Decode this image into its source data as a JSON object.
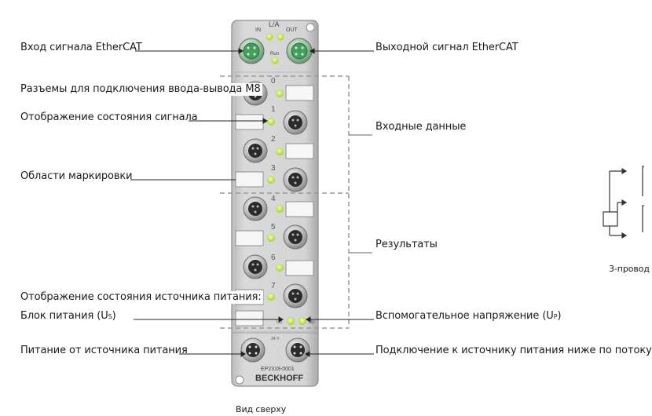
{
  "labels": {
    "ethercat_in": "Вход сигнала EtherCAT",
    "ethercat_out": "Выходной сигнал EtherCAT",
    "m8_connectors": "Разъемы для подключения ввода-вывода M8",
    "signal_status": "Отображение состояния сигнала",
    "marking_areas": "Области маркировки",
    "power_status": "Отображение состояния источника питания:",
    "power_us_prefix": "Блок питания (U",
    "power_us_sub": "S",
    "power_us_suffix": ")",
    "aux_voltage_prefix": "Вспомогательное напряжение (U",
    "aux_voltage_sub": "P",
    "aux_voltage_suffix": ")",
    "power_supply_in": "Питание от источника питания",
    "power_downstream": "Подключение к источнику питания ниже по потоку",
    "inputs": "Входные данные",
    "outputs": "Результаты",
    "three_wire": "3-провод",
    "top_view": "Вид сверху"
  },
  "device": {
    "label_in": "IN",
    "label_la": "L/A",
    "label_out": "OUT",
    "label_run": "Run",
    "channels": [
      "0",
      "1",
      "2",
      "3",
      "4",
      "5",
      "6",
      "7"
    ],
    "label_us": "Us",
    "label_up": "Up",
    "label_power": "24 V",
    "model": "EP2318-0001",
    "brand": "BECKHOFF"
  },
  "colors": {
    "housing": "#cfd0cf",
    "housing_edge": "#9c9d9c",
    "led_green": "#b9e33a",
    "port_green": "#3fa05a",
    "line": "#222222",
    "bracket": "#9a9a9a"
  }
}
